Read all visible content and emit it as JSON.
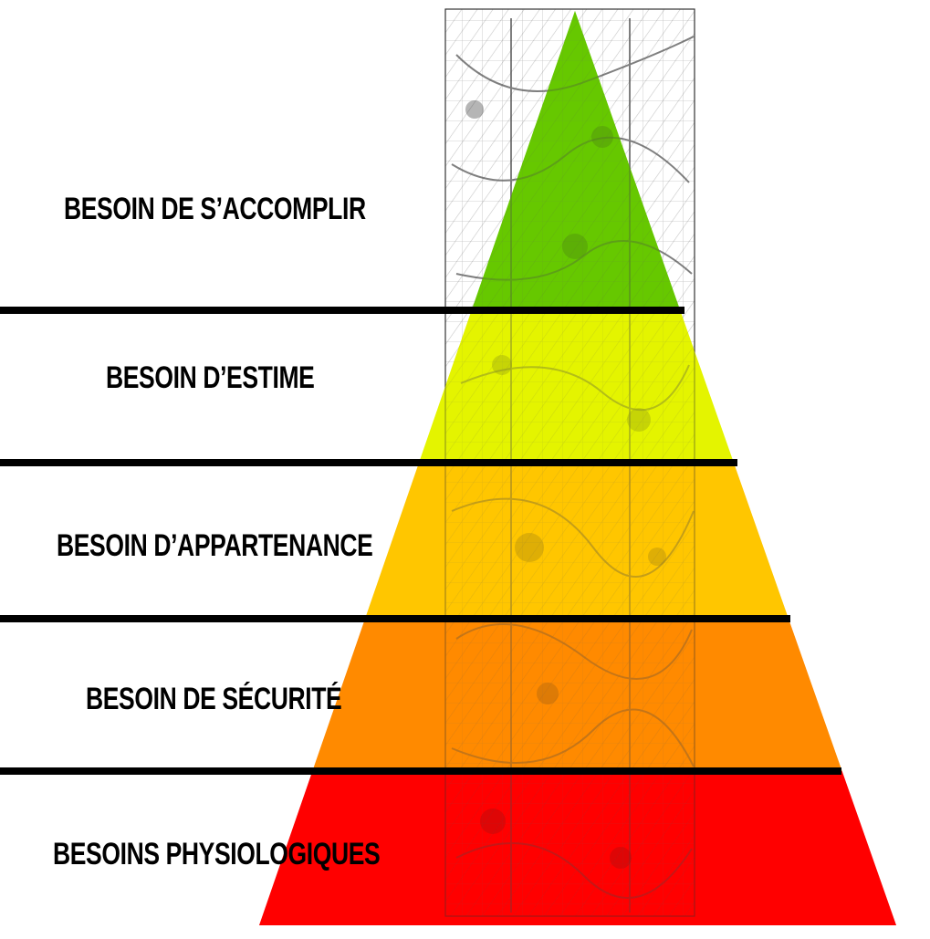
{
  "diagram": {
    "levels": [
      {
        "label": "BESOIN  DE S’ACCOMPLIR",
        "color": "#66c800"
      },
      {
        "label": "BESOIN  D’ESTIME",
        "color": "#e4f400"
      },
      {
        "label": "BESOIN  D’APPARTENANCE",
        "color": "#ffc600"
      },
      {
        "label": "BESOIN  DE SÉCURITÉ",
        "color": "#ff8a00"
      },
      {
        "label": "BESOINS  PHYSIOLOGIQUES",
        "color": "#ff0000"
      }
    ],
    "divider_color": "#000000",
    "artwork_tone": "#c4c6cc"
  }
}
